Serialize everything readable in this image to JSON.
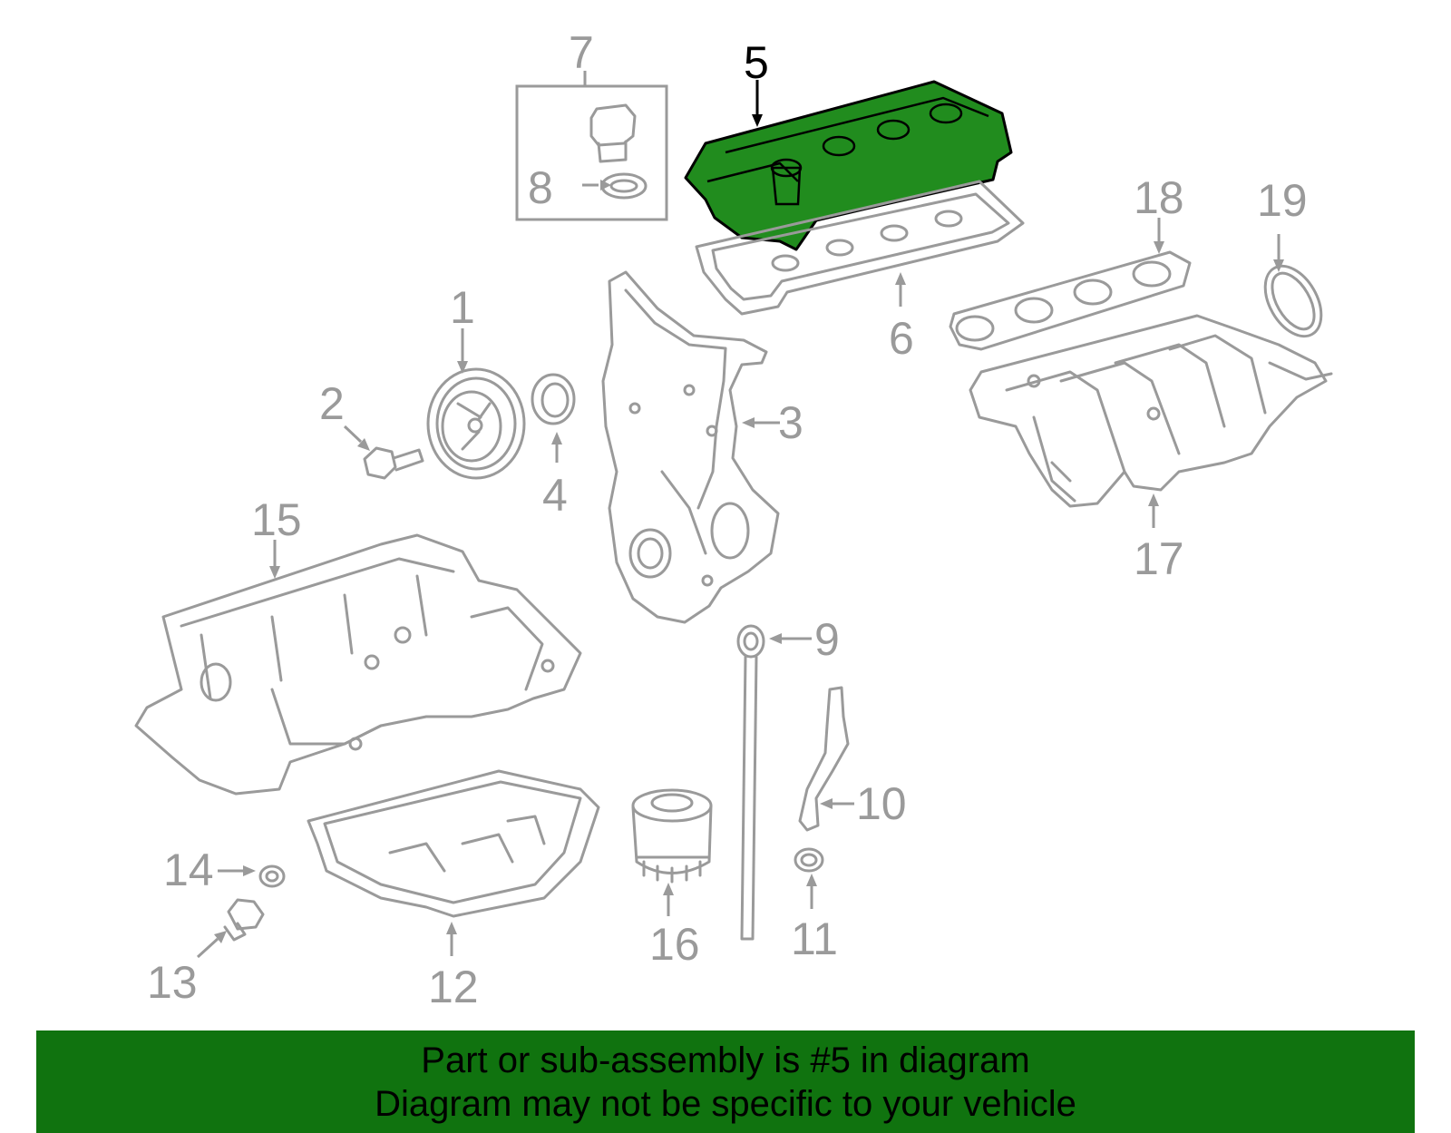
{
  "diagram": {
    "highlight_color": "#218c1e",
    "callouts": [
      "1",
      "2",
      "3",
      "4",
      "5",
      "6",
      "7",
      "8",
      "9",
      "10",
      "11",
      "12",
      "13",
      "14",
      "15",
      "16",
      "17",
      "18",
      "19"
    ],
    "highlighted": "5"
  },
  "banner": {
    "background": "#10730f",
    "line1": "Part or sub-assembly is #5 in diagram",
    "line2": "Diagram may not be specific to your vehicle"
  }
}
